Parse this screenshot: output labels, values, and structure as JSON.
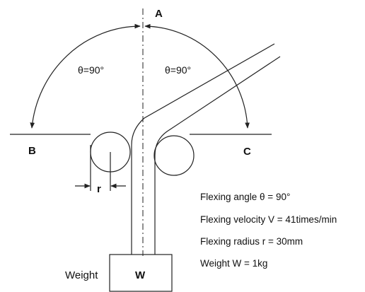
{
  "labels": {
    "point_a": "A",
    "point_b": "B",
    "point_c": "C",
    "angle_left": "θ=90°",
    "angle_right": "θ=90°",
    "radius_symbol": "r",
    "weight_word": "Weight",
    "weight_symbol": "W"
  },
  "specs": [
    "Flexing angle θ = 90°",
    "Flexing velocity V = 41times/min",
    "Flexing radius r = 30mm",
    "Weight W = 1kg"
  ]
}
